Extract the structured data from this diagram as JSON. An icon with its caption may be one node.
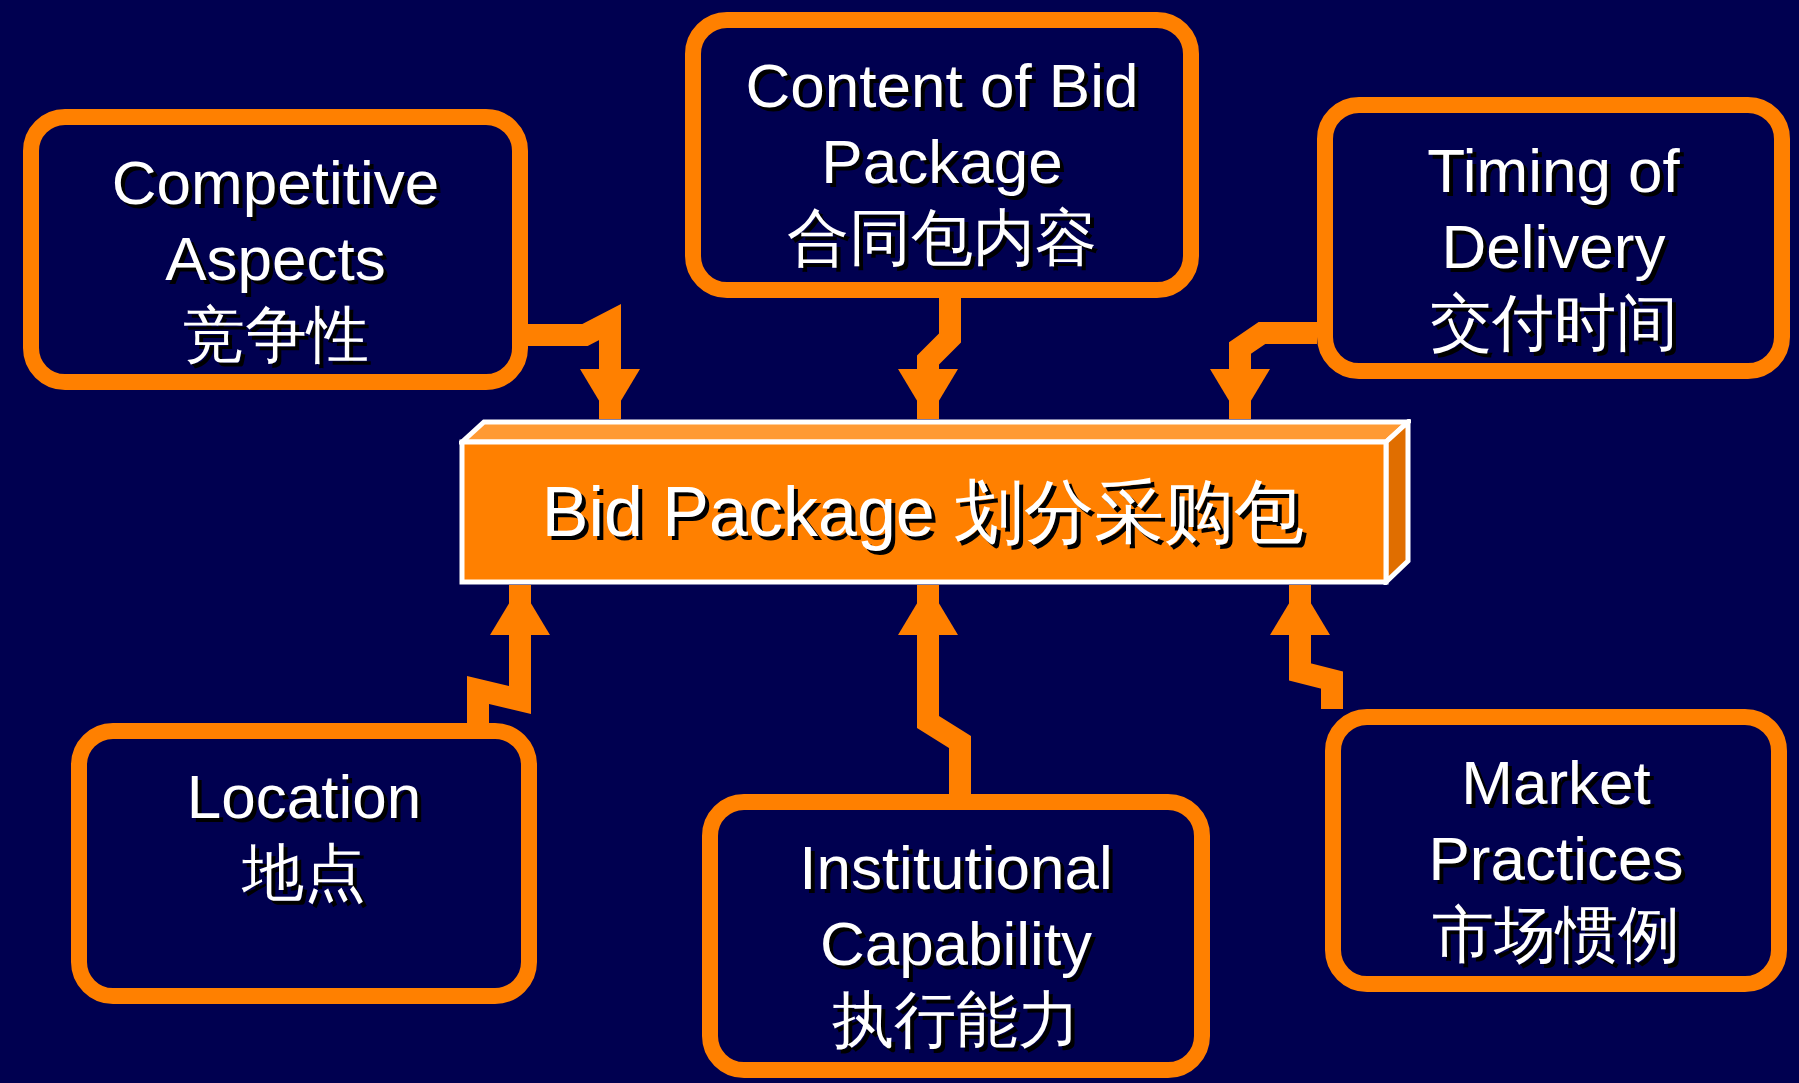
{
  "diagram": {
    "nodes": [
      {
        "text": [
          "Competitive Aspects",
          "竞争性"
        ]
      },
      {
        "text": [
          "Content of Bid Package",
          "合同包内容"
        ]
      },
      {
        "text": [
          "Timing of Delivery",
          "交付时间"
        ]
      },
      {
        "text": [
          "Bid Package 划分采购包"
        ]
      },
      {
        "text": [
          "Location",
          "地点"
        ]
      },
      {
        "text": [
          "Institutional Capability",
          "执行能力"
        ]
      },
      {
        "text": [
          "Market Practices",
          "市场惯例"
        ]
      }
    ],
    "edges": [
      {
        "from": 0,
        "to": 3,
        "arrow": "to"
      },
      {
        "from": 1,
        "to": 3,
        "arrow": "to"
      },
      {
        "from": 2,
        "to": 3,
        "arrow": "to"
      },
      {
        "from": 4,
        "to": 3,
        "arrow": "to"
      },
      {
        "from": 5,
        "to": 3,
        "arrow": "to"
      },
      {
        "from": 6,
        "to": 3,
        "arrow": "to"
      }
    ]
  }
}
